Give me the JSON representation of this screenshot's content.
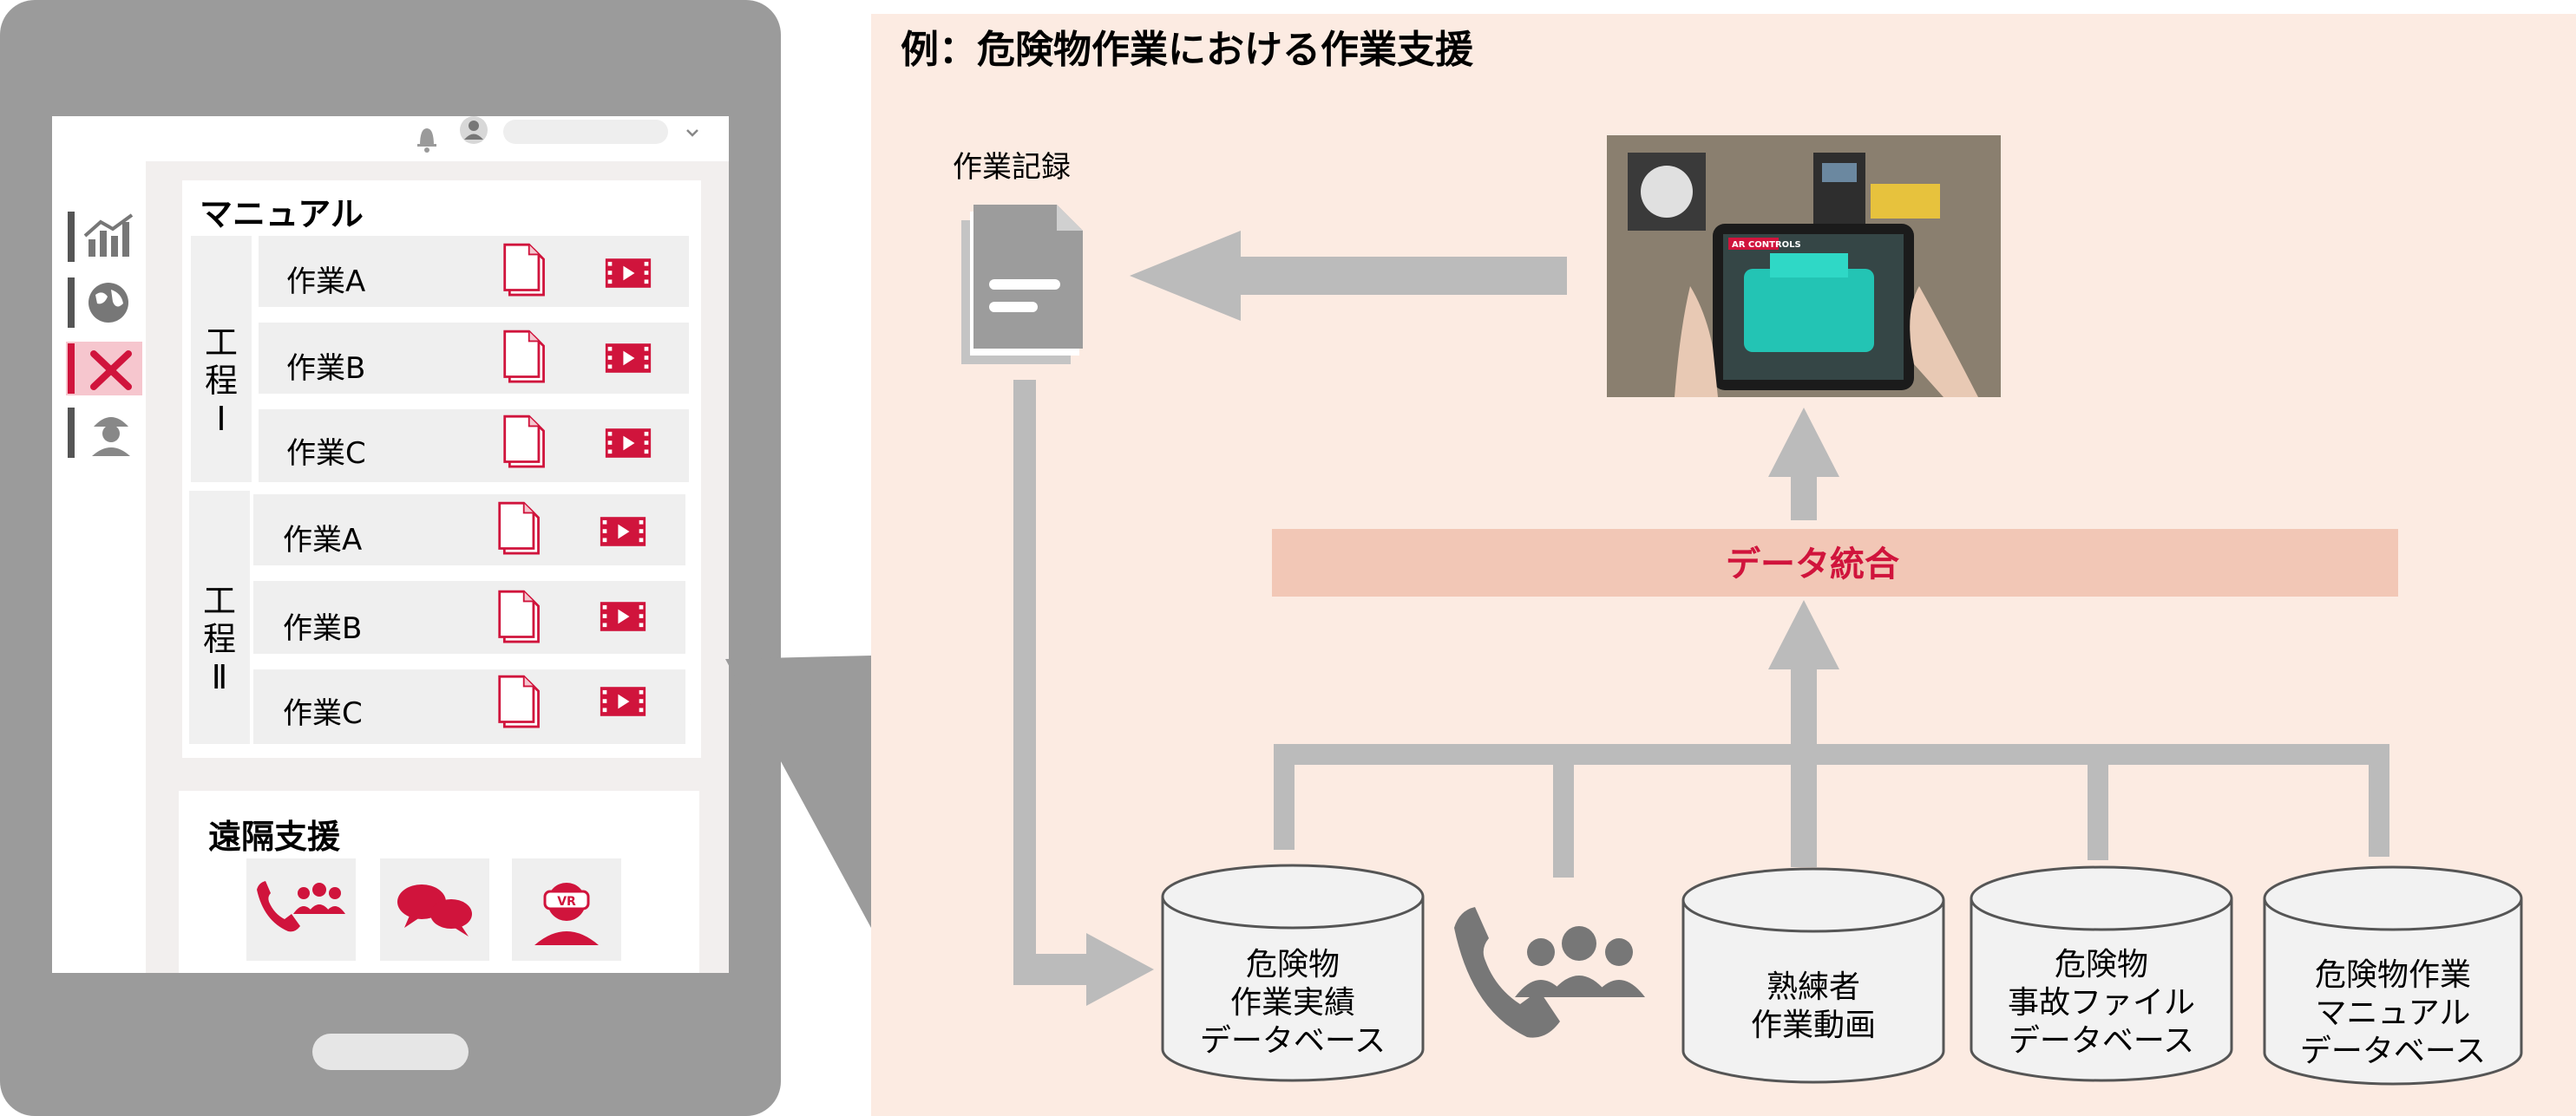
{
  "diagram": {
    "title": "例：危険物作業における作業支援",
    "work_record_label": "作業記録",
    "data_integration_label": "データ統合",
    "databases": [
      {
        "lines": [
          "危険物",
          "作業実績",
          "データベース"
        ]
      },
      {
        "lines": [
          "熟練者",
          "作業動画"
        ]
      },
      {
        "lines": [
          "危険物",
          "事故ファイル",
          "データベース"
        ]
      },
      {
        "lines": [
          "危険物作業",
          "マニュアル",
          "データベース"
        ]
      }
    ],
    "ar_label": "AR CONTROLS"
  },
  "tablet": {
    "manual_title": "マニュアル",
    "process1_label": [
      "工",
      "程",
      "Ⅰ"
    ],
    "process2_label": [
      "工",
      "程",
      "Ⅱ"
    ],
    "process1_tasks": [
      "作業A",
      "作業B",
      "作業C"
    ],
    "process2_tasks": [
      "作業A",
      "作業B",
      "作業C"
    ],
    "remote_title": "遠隔支援",
    "vr_label": "VR"
  },
  "colors": {
    "accent": "#d0143c",
    "panel_bg": "#fcebe2",
    "integration_bar": "#f2c7b6",
    "arrow_gray": "#bbbbbb",
    "tablet_frame": "#9b9b9b"
  }
}
